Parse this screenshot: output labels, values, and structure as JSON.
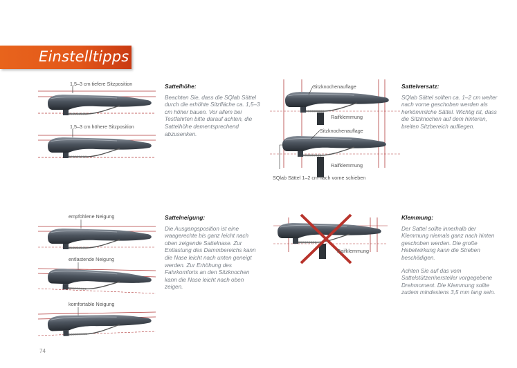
{
  "banner": {
    "title": "Einstelltipps"
  },
  "page_number": "74",
  "sections": {
    "height": {
      "title": "Sattelhöhe:",
      "body": "Beachten Sie, dass die SQlab Sättel durch die erhöhte Sitzfläche ca. 1,5–3 cm höher bauen. Vor allem bei Testfahrten bitte darauf achten, die Sattelhöhe dementsprechend abzusenken.",
      "labels": [
        "1,5–3 cm tiefere Sitzposition",
        "1,5–3 cm höhere Sitzposition"
      ]
    },
    "setback": {
      "title": "Sattelversatz:",
      "body": "SQlab Sättel sollten ca. 1–2 cm weiter nach vorne geschoben werden als herkömmliche Sättel. Wichtig ist, dass die Sitzknochen auf dem hinteren, breiten Sitzbereich aufliegen.",
      "labels": [
        "Sitzknochenauflage",
        "Raifklemmung",
        "Sitzknochenauflage",
        "Raifklemmung",
        "SQlab Sättel 1–2 cm nach vorne schieben"
      ]
    },
    "tilt": {
      "title": "Sattelneigung:",
      "body": "Die Ausgangsposition ist eine waagerechte bis ganz leicht nach oben zeigende Sattelnase. Zur Entlastung des Dammbereichs kann die Nase leicht nach unten geneigt werden. Zur Erhöhung des Fahrkomforts an den Sitzknochen kann die Nase leicht nach oben zeigen.",
      "labels": [
        "empfohlene Neigung",
        "entlastende Neigung",
        "komfortable Neigung"
      ]
    },
    "clamp": {
      "title": "Klemmung:",
      "paragraphs": [
        "Der Sattel sollte innerhalb der Klemmung niemals ganz nach hinten geschoben werden. Die große Hebelwirkung kann die Streben beschädigen.",
        "Achten Sie auf das vom Sattelstützenhersteller vorgegebene Drehmoment. Die Klemmung sollte zudem mindestens 3,5 mm lang sein."
      ],
      "labels": [
        "Raifklemmung"
      ]
    }
  },
  "colors": {
    "banner": "#e2571a",
    "guide_line": "#b23a3a",
    "cross": "#b8342c",
    "saddle": "#3e4650"
  }
}
